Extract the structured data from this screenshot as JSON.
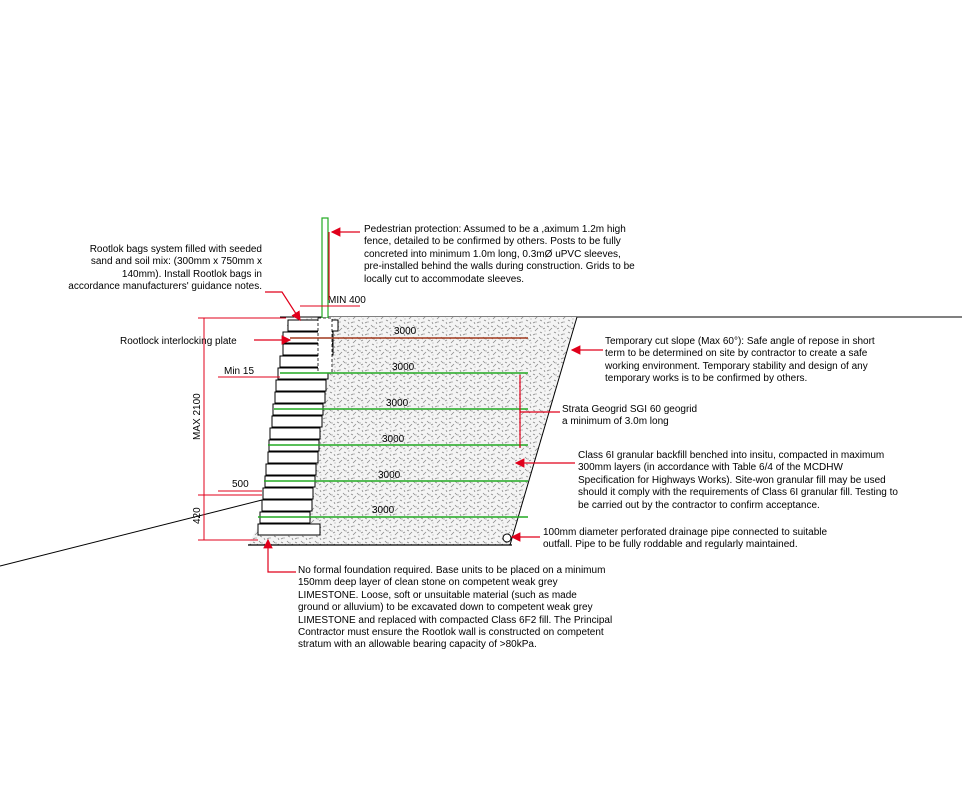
{
  "notes": {
    "rootlok_bags": "Rootlok bags system filled with seeded\nsand and soil mix: (300mm x 750mm x\n140mm). Install Rootlok bags in\naccordance manufacturers' guidance notes.",
    "pedestrian": "Pedestrian protection: Assumed to be a ,aximum 1.2m high\nfence, detailed to be confirmed by others. Posts to be fully\nconcreted into minimum 1.0m long, 0.3mØ uPVC sleeves,\npre-installed behind the walls during construction. Grids to be\nlocally cut to accommodate sleeves.",
    "interlocking_plate": "Rootlock interlocking plate",
    "cut_slope": "Temporary cut slope (Max 60°): Safe angle of repose in short\nterm to be determined on site by contractor to create a safe\nworking environment. Temporary stability and design of any\ntemporary works is to be confirmed by others.",
    "geogrid": "Strata Geogrid SGI 60 geogrid\na minimum of 3.0m long",
    "backfill": "Class 6I granular backfill benched into insitu, compacted in maximum\n300mm layers (in accordance with Table 6/4 of the MCDHW\nSpecification for Highways Works). Site-won granular fill may be used\nshould it comply with the requirements of Class 6I granular fill. Testing to\nbe carried out by the contractor to confirm acceptance.",
    "drainage": "100mm diameter perforated drainage pipe connected to suitable\noutfall. Pipe to be fully roddable and regularly maintained.",
    "foundation": "No formal foundation required. Base units to be placed on a minimum\n150mm deep layer of clean stone on competent weak grey\nLIMESTONE.  Loose, soft or unsuitable material (such as made\nground or alluvium) to be excavated down to competent weak grey\nLIMESTONE and replaced with compacted Class 6F2 fill. The Principal\nContractor must ensure the Rootlok wall is constructed on competent\nstratum with an allowable bearing capacity of >80kPa."
  },
  "dimensions": {
    "min_400": "MIN 400",
    "min_15": "Min 15",
    "max_2100": "MAX 2100",
    "d_500": "500",
    "d_420": "420",
    "geogrid_length": "3000"
  },
  "colors": {
    "leader": "#e0001b",
    "geogrid": "#22aa22",
    "line": "#000000",
    "fill_dot": "#8a8a8a"
  }
}
